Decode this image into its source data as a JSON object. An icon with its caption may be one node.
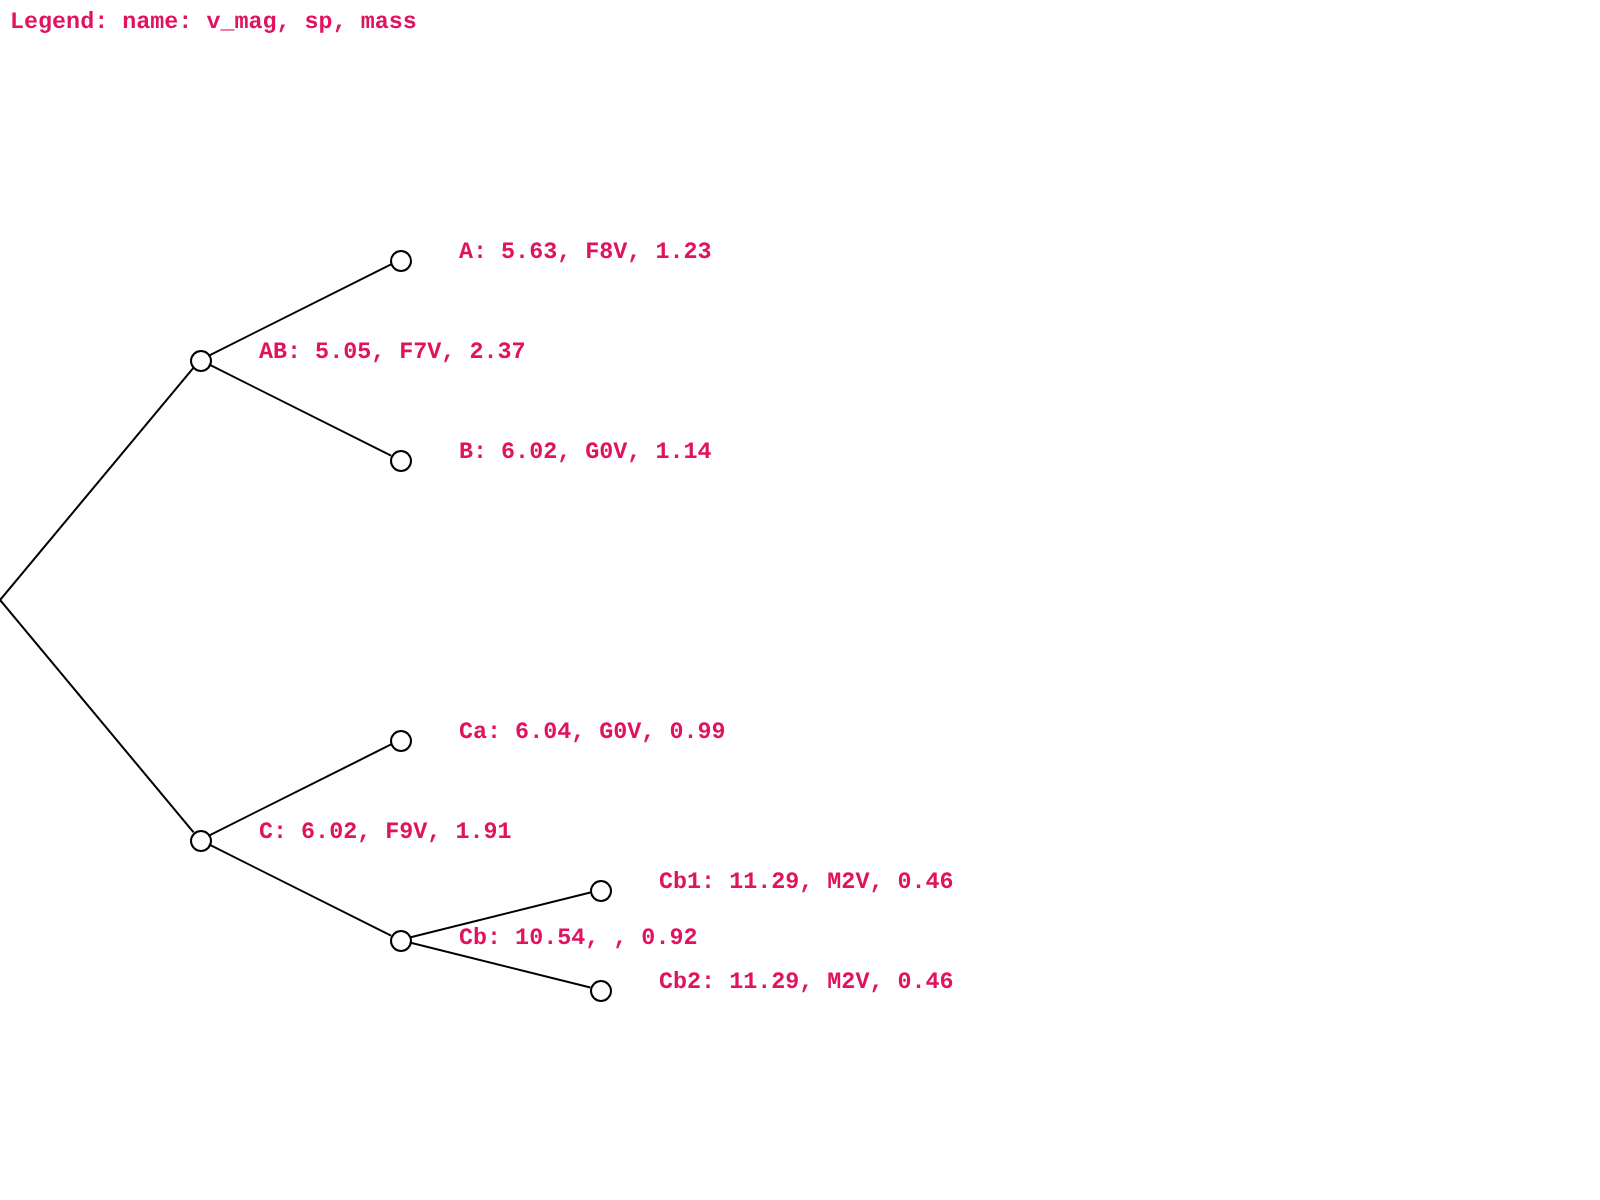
{
  "diagram": {
    "nodes": [
      {
        "text": [],
        "shape": "circle",
        "beside": [
          "A: 5.63, F8V, 1.23"
        ]
      },
      {
        "text": [],
        "shape": "circle",
        "beside": [
          "AB: 5.05, F7V, 2.37"
        ]
      },
      {
        "text": [],
        "shape": "circle",
        "beside": [
          "B: 6.02, G0V, 1.14"
        ]
      },
      {
        "text": [],
        "shape": "circle",
        "beside": [
          "Ca: 6.04, G0V, 0.99"
        ]
      },
      {
        "text": [],
        "shape": "circle",
        "beside": [
          "C: 6.02, F9V, 1.91"
        ]
      },
      {
        "text": [],
        "shape": "circle",
        "beside": [
          "Cb1: 11.29, M2V, 0.46"
        ]
      },
      {
        "text": [],
        "shape": "circle"
      },
      {
        "text": [],
        "shape": "circle",
        "beside": [
          "Cb2: 11.29, M2V, 0.46"
        ]
      }
    ],
    "edges": [
      {
        "from": null,
        "to": 1,
        "arrow": "none"
      },
      {
        "from": null,
        "to": 4,
        "arrow": "none"
      },
      {
        "from": 1,
        "to": 0,
        "arrow": "none"
      },
      {
        "from": 1,
        "to": 2,
        "arrow": "none"
      },
      {
        "from": 4,
        "to": 3,
        "arrow": "none"
      },
      {
        "from": 4,
        "to": 6,
        "arrow": "none"
      },
      {
        "from": 6,
        "to": 5,
        "arrow": "none"
      },
      {
        "from": 6,
        "to": 7,
        "arrow": "none"
      }
    ],
    "labels": [
      "Legend: name: v_mag, sp, mass",
      "Cb: 10.54, , 0.92"
    ]
  }
}
